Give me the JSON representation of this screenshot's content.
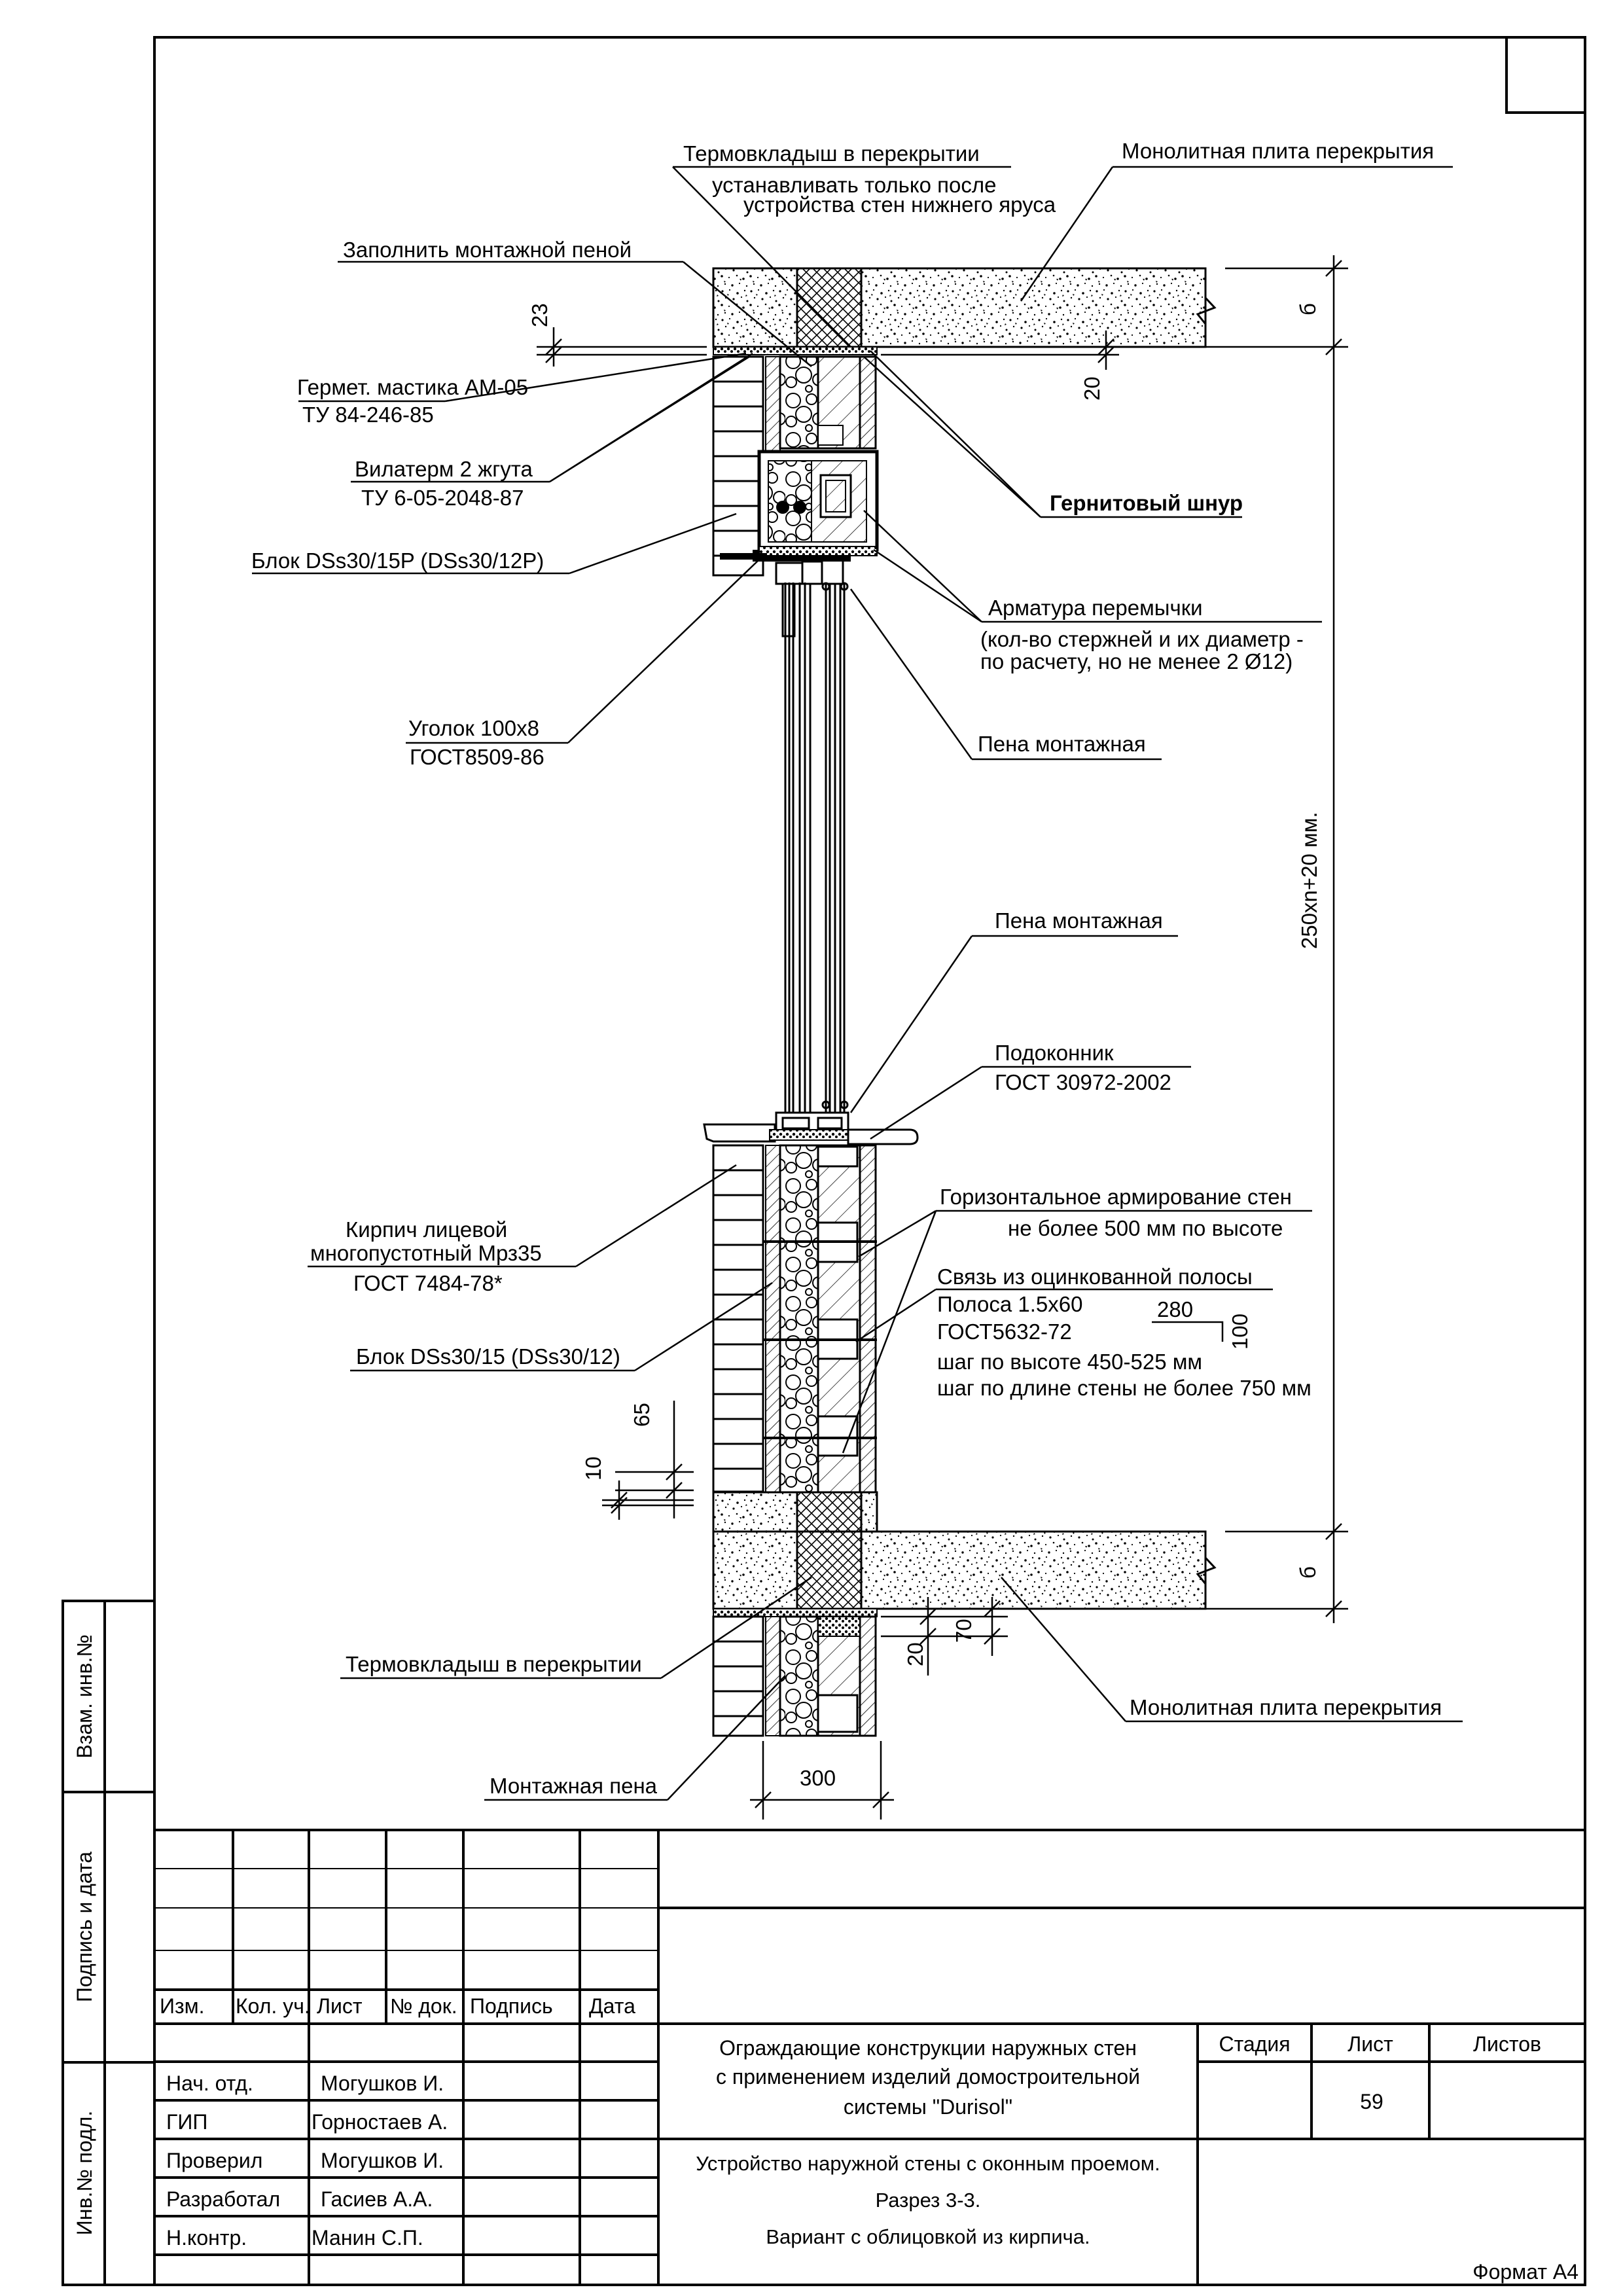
{
  "callouts": {
    "thermo_top": "Термовкладыш в перекрытии",
    "thermo_top_note1": "устанавливать только после",
    "thermo_top_note2": "устройства стен нижнего яруса",
    "slab_top": "Монолитная плита перекрытия",
    "fill_foam": "Заполнить монтажной пеной",
    "sealant": "Гермет. мастика АМ-05",
    "sealant_std": "ТУ 84-246-85",
    "vilaterm": "Вилатерм 2 жгута",
    "vilaterm_std": "ТУ 6-05-2048-87",
    "gernit": "Гернитовый шнур",
    "block_top": "Блок  DSs30/15P (DSs30/12P)",
    "lintel_rebar": "Арматура перемычки",
    "lintel_rebar_note1": "(кол-во стержней и их диаметр -",
    "lintel_rebar_note2": "по расчету, но не менее 2 Ø12)",
    "angle": "Уголок 100х8",
    "angle_std": "ГОСТ8509-86",
    "foam_upper": "Пена монтажная",
    "foam_lower": "Пена монтажная",
    "sill": "Подоконник",
    "sill_std": "ГОСТ 30972-2002",
    "brick1": "Кирпич лицевой",
    "brick2": "многопустотный Мрз35",
    "brick_std": "ГОСТ 7484-78*",
    "horiz_reinf1": "Горизонтальное армирование стен",
    "horiz_reinf2": "не более 500 мм по высоте",
    "tie": "Связь из оцинкованной полосы",
    "tie_strip": "Полоса 1.5х60",
    "tie_std": "ГОСТ5632-72",
    "tie_step_h": "шаг по высоте 450-525 мм",
    "tie_step_l": "шаг по длине стены не более 750 мм",
    "tie_dim_a": "280",
    "tie_dim_b": "100",
    "block_main": "Блок  DSs30/15 (DSs30/12)",
    "thermo_bottom": "Термовкладыш в перекрытии",
    "slab_bottom": "Монолитная плита перекрытия",
    "foam_bottom": "Монтажная пена"
  },
  "dims": {
    "d23": "23",
    "d20_top": "20",
    "d6_top": "б",
    "d_height": "250хn+20 мм.",
    "d65": "65",
    "d10": "10",
    "d6_bottom": "б",
    "d20_bottom": "20",
    "d70": "70",
    "d300": "300"
  },
  "side_stamp": {
    "vzam": "Взам. инв.№",
    "podpis": "Подпись и дата",
    "inv": "Инв.№ подл."
  },
  "title_block": {
    "headers": [
      "Изм.",
      "Кол. уч.",
      "Лист",
      "№ док.",
      "Подпись",
      "Дата"
    ],
    "rows": [
      {
        "role": "Нач. отд.",
        "name": "Могушков И."
      },
      {
        "role": "ГИП",
        "name": "Горностаев А."
      },
      {
        "role": "Проверил",
        "name": "Могушков И."
      },
      {
        "role": "Разработал",
        "name": "Гасиев А.А."
      },
      {
        "role": "Н.контр.",
        "name": "Манин С.П."
      }
    ],
    "project1": "Ограждающие конструкции наружных стен",
    "project2": "с применением изделий домостроительной",
    "project3": "системы \"Durisol\"",
    "sheet_title1": "Устройство наружной стены с оконным проемом.",
    "sheet_title2": "Разрез 3-3.",
    "sheet_title3": "Вариант с облицовкой из кирпича.",
    "stage_label": "Стадия",
    "sheet_label": "Лист",
    "sheets_label": "Листов",
    "sheet_number": "59",
    "format": "Формат А4"
  }
}
